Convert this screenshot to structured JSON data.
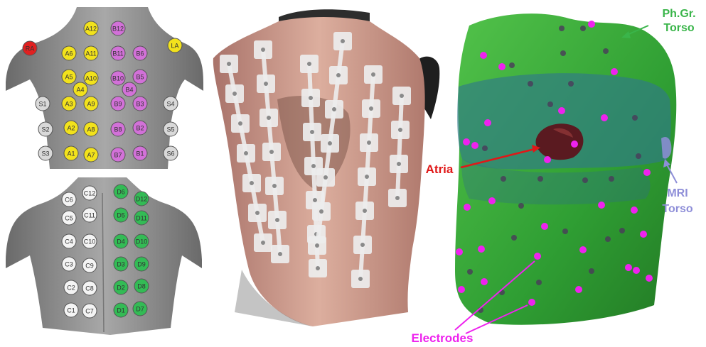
{
  "front_panel": {
    "labels": {
      "RA": "RA",
      "LA": "LA",
      "A12": "A12",
      "B12": "B12",
      "A6": "A6",
      "A11": "A11",
      "B11": "B11",
      "B6": "B6",
      "A5": "A5",
      "A10": "A10",
      "B10": "B10",
      "B5": "B5",
      "A4": "A4",
      "B4": "B4",
      "A3": "A3",
      "A9": "A9",
      "B9": "B9",
      "B3": "B3",
      "S1": "S1",
      "S4": "S4",
      "A2": "A2",
      "A8": "A8",
      "B8": "B8",
      "B2": "B2",
      "S2": "S2",
      "S5": "S5",
      "A1": "A1",
      "A7": "A7",
      "B7": "B7",
      "B1": "B1",
      "S3": "S3",
      "S6": "S6"
    }
  },
  "back_panel": {
    "labels": {
      "C6": "C6",
      "C12": "C12",
      "D6": "D6",
      "D12": "D12",
      "C5": "C5",
      "C11": "C11",
      "D5": "D5",
      "D11": "D11",
      "C4": "C4",
      "C10": "C10",
      "D4": "D4",
      "D10": "D10",
      "C3": "C3",
      "C9": "C9",
      "D3": "D3",
      "D9": "D9",
      "C2": "C2",
      "C8": "C8",
      "D2": "D2",
      "D8": "D8",
      "C1": "C1",
      "C7": "C7",
      "D1": "D1",
      "D7": "D7"
    }
  },
  "model_panel": {
    "annotations": {
      "phgr_line1": "Ph.Gr.",
      "phgr_line2": "Torso",
      "atria": "Atria",
      "mri_line1": "MRI",
      "mri_line2": "Torso",
      "electrodes": "Electrodes"
    }
  },
  "colors": {
    "yellow": "#f2e21c",
    "magenta": "#d271d8",
    "red": "#e02020",
    "grey": "#d9d9d9",
    "green": "#33bb55",
    "white": "#f4f4f4",
    "phgr": "#3ab54a",
    "mri": "#8e8ed8",
    "atria": "#e01818",
    "electrodes": "#ee22ee"
  }
}
